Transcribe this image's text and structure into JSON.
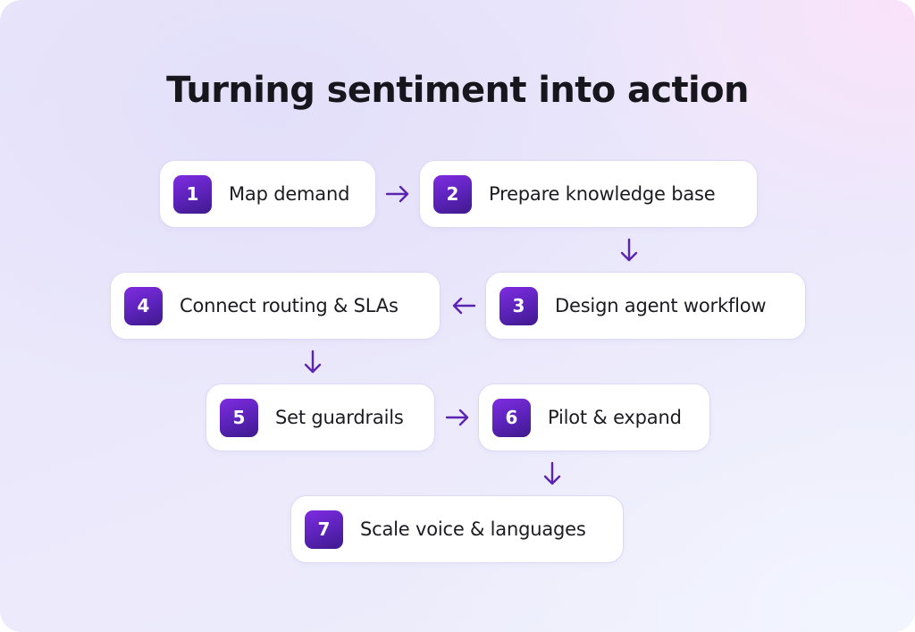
{
  "title": "Turning sentiment into action",
  "colors": {
    "badge_gradient_start": "#7f2ce0",
    "badge_gradient_end": "#3f1a8c",
    "arrow": "#5b24b2",
    "text": "#1c1b21",
    "card_background": "#ffffff",
    "card_border": "#dcd9f6"
  },
  "steps": [
    {
      "number": "1",
      "label": "Map demand"
    },
    {
      "number": "2",
      "label": "Prepare knowledge base"
    },
    {
      "number": "3",
      "label": "Design agent workflow"
    },
    {
      "number": "4",
      "label": "Connect routing & SLAs"
    },
    {
      "number": "5",
      "label": "Set guardrails"
    },
    {
      "number": "6",
      "label": "Pilot & expand"
    },
    {
      "number": "7",
      "label": "Scale voice & languages"
    }
  ],
  "arrows": [
    {
      "from": "1",
      "to": "2",
      "direction": "right",
      "icon": "arrow-right-icon"
    },
    {
      "from": "2",
      "to": "3",
      "direction": "down",
      "icon": "arrow-down-icon"
    },
    {
      "from": "3",
      "to": "4",
      "direction": "left",
      "icon": "arrow-left-icon"
    },
    {
      "from": "4",
      "to": "5",
      "direction": "down",
      "icon": "arrow-down-icon"
    },
    {
      "from": "5",
      "to": "6",
      "direction": "right",
      "icon": "arrow-right-icon"
    },
    {
      "from": "6",
      "to": "7",
      "direction": "down",
      "icon": "arrow-down-icon"
    }
  ]
}
